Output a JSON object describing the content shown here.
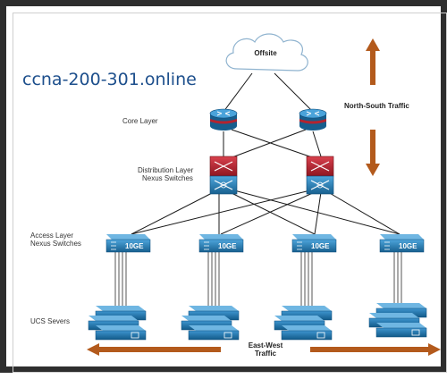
{
  "watermark": "ccna-200-301.online",
  "cloud_label": "Offsite",
  "layers": {
    "core": "Core Layer",
    "distribution_line1": "Distribution Layer",
    "distribution_line2": "Nexus Switches",
    "access_line1": "Access Layer",
    "access_line2": "Nexus Switches",
    "servers": "UCS Severs"
  },
  "traffic": {
    "north_south": "North-South Traffic",
    "east_west_line1": "East-West",
    "east_west_line2": "Traffic"
  },
  "switch_badge": "10GE",
  "colors": {
    "device_blue": "#1e6fa8",
    "device_dark": "#0f4d7a",
    "router_red": "#b3242f",
    "arrow_brown": "#b35a1c",
    "link": "#1a1a1a"
  }
}
